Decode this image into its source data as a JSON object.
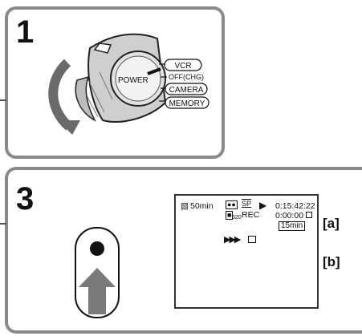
{
  "step1": {
    "number": "1",
    "dial_center": "POWER",
    "modes": [
      "VCR",
      "OFF(CHG)",
      "CAMERA",
      "MEMORY"
    ]
  },
  "step3": {
    "number": "3",
    "display": {
      "battery": "50min",
      "tape_speed": "SP",
      "play_symbol": "▶",
      "timecode": "0:15:42:22",
      "counter": "0:00:00",
      "remaining": "15min",
      "rec_label": "REC",
      "quality_sub": "320",
      "search_arrows": "▶▶▶"
    },
    "callouts": [
      "[a]",
      "[b]"
    ]
  }
}
